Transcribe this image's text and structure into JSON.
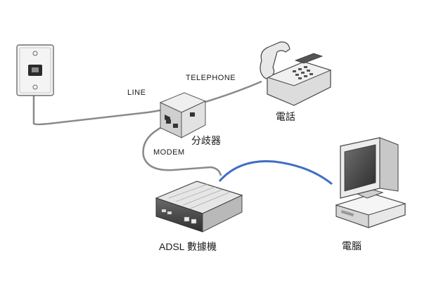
{
  "labels": {
    "line": "LINE",
    "telephone": "TELEPHONE",
    "modem_port": "MODEM",
    "splitter": "分歧器",
    "phone": "電話",
    "adsl_modem": "ADSL 數據機",
    "computer": "電腦"
  },
  "colors": {
    "phone_cable": "#8a8a8a",
    "data_cable": "#3f6fc4",
    "outline": "#333333",
    "device_body": "#d9d9d9",
    "device_dark": "#4a4a4a"
  },
  "icons": {
    "wall_jack": "wall-jack-icon",
    "splitter": "splitter-icon",
    "telephone": "telephone-icon",
    "modem": "adsl-modem-icon",
    "computer": "computer-icon"
  }
}
